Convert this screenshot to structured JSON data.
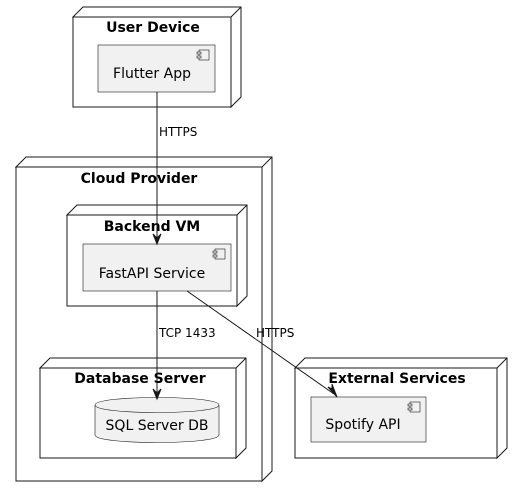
{
  "nodes": {
    "user_device": {
      "title": "User Device"
    },
    "cloud_provider": {
      "title": "Cloud Provider"
    },
    "backend_vm": {
      "title": "Backend VM"
    },
    "database_server": {
      "title": "Database Server"
    },
    "external_services": {
      "title": "External Services"
    }
  },
  "components": {
    "flutter_app": {
      "label": "Flutter App"
    },
    "fastapi_service": {
      "label": "FastAPI Service"
    },
    "sql_server_db": {
      "label": "SQL Server DB"
    },
    "spotify_api": {
      "label": "Spotify API"
    }
  },
  "edges": {
    "app_to_api": {
      "label": "HTTPS"
    },
    "api_to_db": {
      "label": "TCP 1433"
    },
    "api_to_spotify": {
      "label": "HTTPS"
    }
  }
}
